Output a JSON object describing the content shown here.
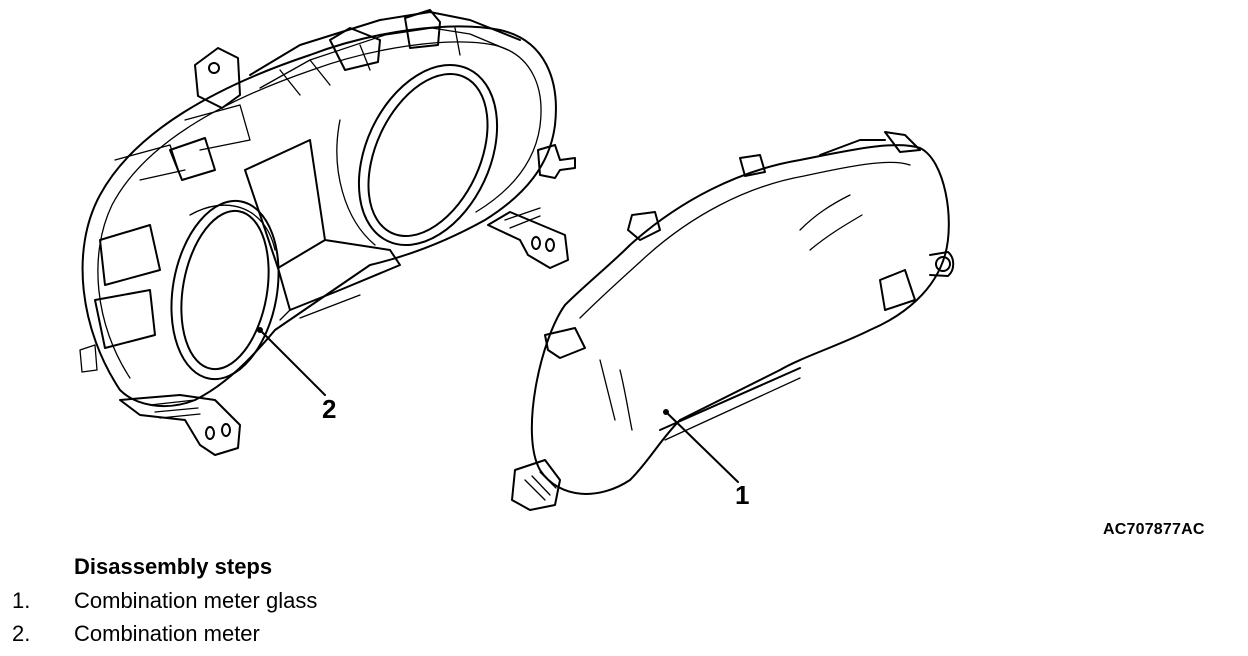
{
  "figure": {
    "code": "AC707877AC",
    "callouts": [
      {
        "id": "1",
        "label": "1"
      },
      {
        "id": "2",
        "label": "2"
      }
    ]
  },
  "steps": {
    "heading": "Disassembly steps",
    "items": [
      {
        "number": "1.",
        "text": "Combination meter glass"
      },
      {
        "number": "2.",
        "text": "Combination meter"
      }
    ]
  }
}
